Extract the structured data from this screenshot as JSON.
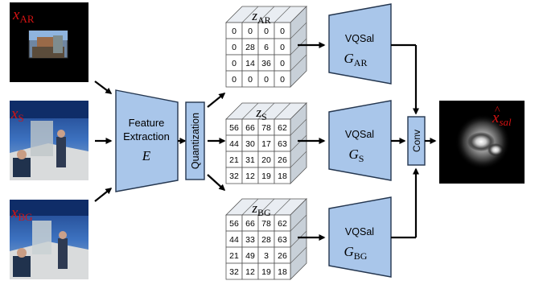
{
  "inputs": [
    {
      "id": "ar",
      "base": "x",
      "sub": "AR"
    },
    {
      "id": "s",
      "base": "x",
      "sub": "S"
    },
    {
      "id": "bg",
      "base": "x",
      "sub": "BG"
    }
  ],
  "feature_extraction": {
    "line1": "Feature",
    "line2": "Extraction",
    "symbol": "E"
  },
  "quantization": {
    "label": "Quantization"
  },
  "codebooks": [
    {
      "id": "ar",
      "base": "z",
      "sub": "AR",
      "grid": [
        [
          "0",
          "0",
          "0",
          "0"
        ],
        [
          "0",
          "28",
          "6",
          "0"
        ],
        [
          "0",
          "14",
          "36",
          "0"
        ],
        [
          "0",
          "0",
          "0",
          "0"
        ]
      ]
    },
    {
      "id": "s",
      "base": "z",
      "sub": "S",
      "grid": [
        [
          "56",
          "66",
          "78",
          "62"
        ],
        [
          "44",
          "30",
          "17",
          "63"
        ],
        [
          "21",
          "31",
          "20",
          "26"
        ],
        [
          "32",
          "12",
          "19",
          "18"
        ]
      ]
    },
    {
      "id": "bg",
      "base": "z",
      "sub": "BG",
      "grid": [
        [
          "56",
          "66",
          "78",
          "62"
        ],
        [
          "44",
          "33",
          "28",
          "63"
        ],
        [
          "21",
          "49",
          "3",
          "26"
        ],
        [
          "32",
          "12",
          "19",
          "18"
        ]
      ]
    }
  ],
  "decoders": [
    {
      "id": "ar",
      "name": "VQSal",
      "base": "G",
      "sub": "AR"
    },
    {
      "id": "s",
      "name": "VQSal",
      "base": "G",
      "sub": "S"
    },
    {
      "id": "bg",
      "name": "VQSal",
      "base": "G",
      "sub": "BG"
    }
  ],
  "conv": {
    "label": "Conv"
  },
  "output": {
    "base": "x",
    "hat": "^",
    "sub": "sal"
  },
  "colors": {
    "block_fill": "#a9c6ea",
    "block_stroke": "#24364f",
    "label_red": "#d31313"
  }
}
